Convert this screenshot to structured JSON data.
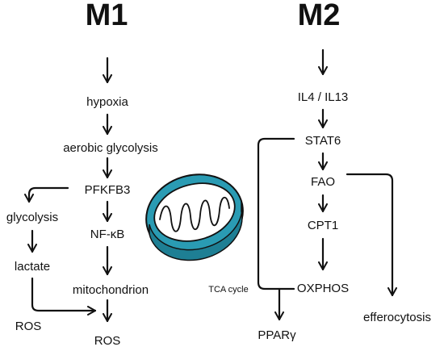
{
  "headings": {
    "left": "M1",
    "right": "M2"
  },
  "m1": {
    "hypoxia": "hypoxia",
    "aerobic_glycolysis": "aerobic glycolysis",
    "pfkfb3": "PFKFB3",
    "glycolysis": "glycolysis",
    "nfkb": "NF-κB",
    "lactate": "lactate",
    "mitochondrion": "mitochondrion",
    "ros_left": "ROS",
    "ros_bottom": "ROS"
  },
  "m2": {
    "il4_il13": "IL4 / IL13",
    "stat6": "STAT6",
    "fao": "FAO",
    "cpt1": "CPT1",
    "oxphos": "OXPHOS",
    "tca_cycle": "TCA cycle",
    "ppar": "PPARγ",
    "efferocytosis": "efferocytosis"
  },
  "colors": {
    "mito_fill": "#2a9bb3",
    "mito_inner": "#ffffff",
    "ink": "#111111"
  }
}
